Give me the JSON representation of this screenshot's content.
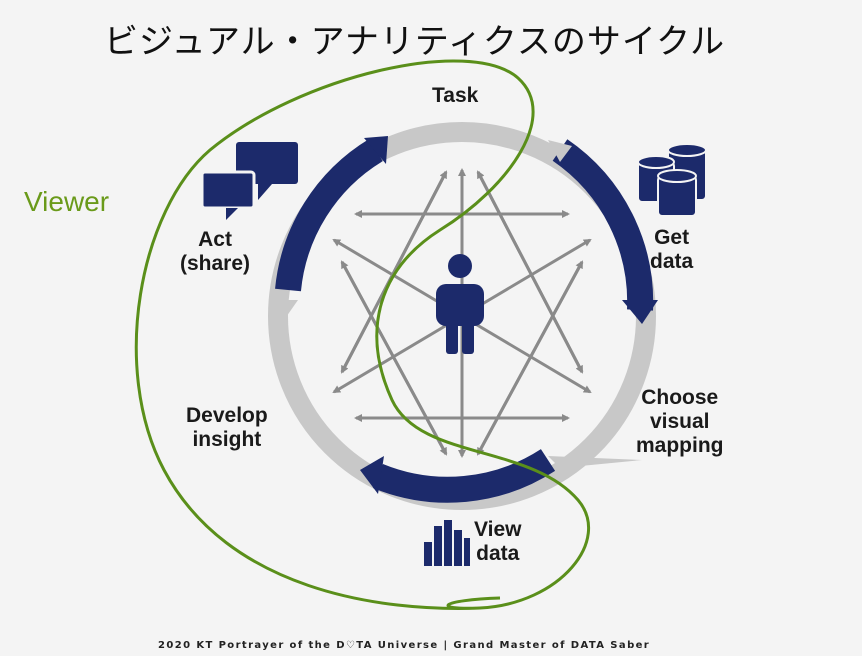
{
  "title": "ビジュアル・アナリティクスのサイクル",
  "cycle": {
    "task": "Task",
    "get_data": [
      "Get",
      "data"
    ],
    "choose_mapping": [
      "Choose",
      "visual",
      "mapping"
    ],
    "view_data": [
      "View",
      "data"
    ],
    "develop_insight": [
      "Develop",
      "insight"
    ],
    "act_share": [
      "Act",
      "(share)"
    ]
  },
  "viewer_label": "Viewer",
  "footer": "2020 KT  Portrayer of the D♡TA Universe | Grand Master of DATA Saber",
  "colors": {
    "navy": "#1c2a6b",
    "gray_ring": "#c8c8c8",
    "arrow_gray": "#8a8a8a",
    "viewer_green": "#5a8f1a"
  },
  "icons": [
    "chat-bubbles-icon",
    "database-icon",
    "person-icon",
    "bar-chart-icon"
  ]
}
